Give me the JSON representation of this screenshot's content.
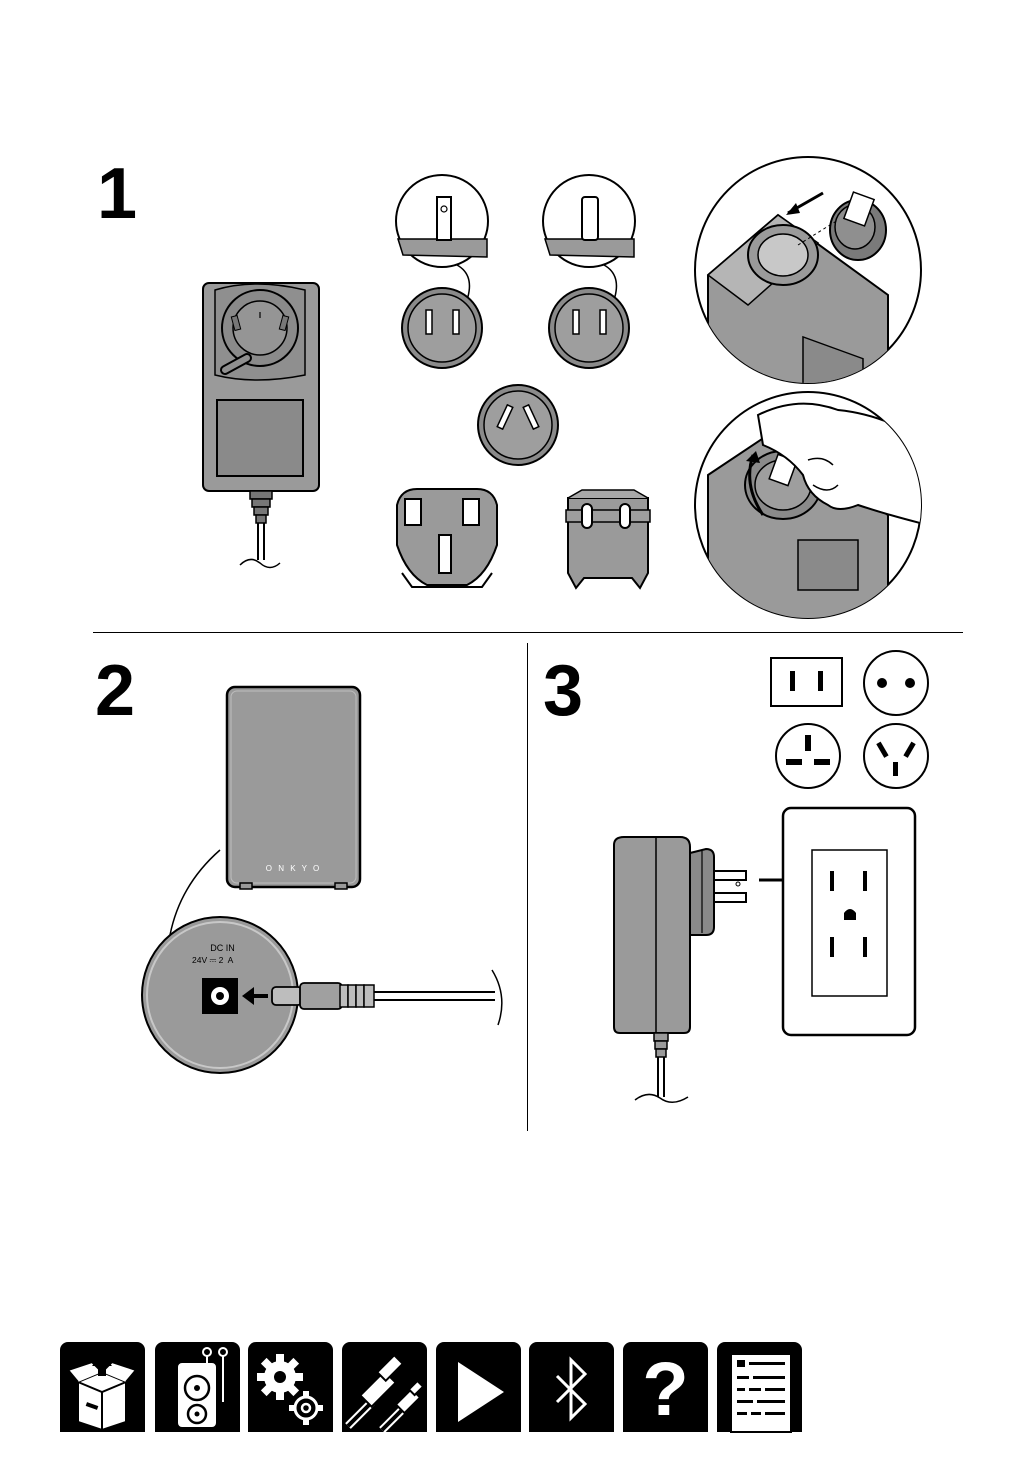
{
  "steps": {
    "step1": "1",
    "step2": "2",
    "step3": "3"
  },
  "device": {
    "jack_label": "DC IN",
    "rating": "24V ⎓ 2  A",
    "logo": "O N K Y O"
  },
  "nav_icons": [
    {
      "name": "unpack-box-icon"
    },
    {
      "name": "speaker-connection-icon"
    },
    {
      "name": "settings-gears-icon"
    },
    {
      "name": "usb-cable-icon"
    },
    {
      "name": "play-icon"
    },
    {
      "name": "bluetooth-icon"
    },
    {
      "name": "help-question-icon",
      "glyph": "?"
    },
    {
      "name": "document-list-icon"
    }
  ],
  "colors": {
    "device_gray": "#9a9a9a",
    "dark_gray": "#7a7a7a",
    "nav_bg": "#000000"
  }
}
